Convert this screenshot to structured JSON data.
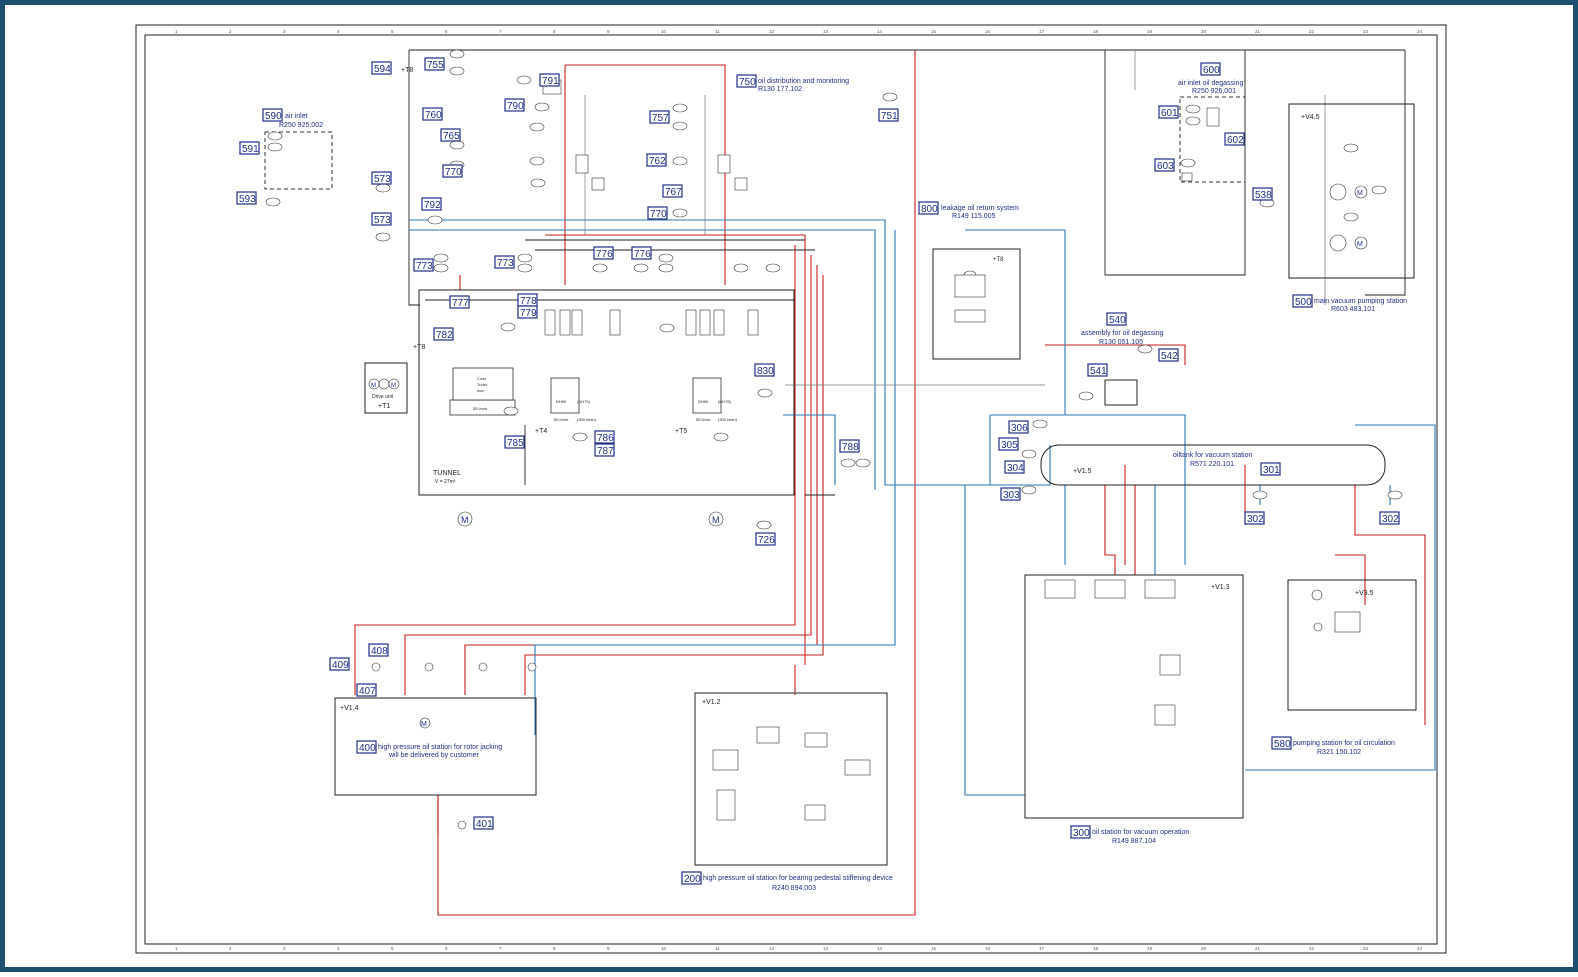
{
  "colors": {
    "frame": "#1d4f6e",
    "tag": "#1f2f8a",
    "line_red": "#c21d1d",
    "line_blue": "#2a78b8",
    "line_dark": "#222222",
    "line_grey": "#777777"
  },
  "tags": [
    {
      "id": "594"
    },
    {
      "id": "755"
    },
    {
      "id": "791"
    },
    {
      "id": "790"
    },
    {
      "id": "760"
    },
    {
      "id": "765"
    },
    {
      "id": "770"
    },
    {
      "id": "757"
    },
    {
      "id": "762"
    },
    {
      "id": "767"
    },
    {
      "id": "770"
    },
    {
      "id": "750"
    },
    {
      "id": "751"
    },
    {
      "id": "590"
    },
    {
      "id": "591"
    },
    {
      "id": "593"
    },
    {
      "id": "573"
    },
    {
      "id": "573"
    },
    {
      "id": "792"
    },
    {
      "id": "773"
    },
    {
      "id": "773"
    },
    {
      "id": "776"
    },
    {
      "id": "776"
    },
    {
      "id": "777"
    },
    {
      "id": "778"
    },
    {
      "id": "779"
    },
    {
      "id": "782"
    },
    {
      "id": "785"
    },
    {
      "id": "786"
    },
    {
      "id": "787"
    },
    {
      "id": "830"
    },
    {
      "id": "788"
    },
    {
      "id": "726"
    },
    {
      "id": "800"
    },
    {
      "id": "600"
    },
    {
      "id": "601"
    },
    {
      "id": "602"
    },
    {
      "id": "603"
    },
    {
      "id": "538"
    },
    {
      "id": "500"
    },
    {
      "id": "540"
    },
    {
      "id": "541"
    },
    {
      "id": "542"
    },
    {
      "id": "306"
    },
    {
      "id": "305"
    },
    {
      "id": "304"
    },
    {
      "id": "303"
    },
    {
      "id": "301"
    },
    {
      "id": "302"
    },
    {
      "id": "302"
    },
    {
      "id": "409"
    },
    {
      "id": "408"
    },
    {
      "id": "407"
    },
    {
      "id": "400"
    },
    {
      "id": "401"
    },
    {
      "id": "200"
    },
    {
      "id": "300"
    },
    {
      "id": "580"
    }
  ],
  "labels": {
    "l750": "oil distribution and monitoring",
    "r750": "R130 177.102",
    "l590": "air inlet",
    "r590": "R250 925.002",
    "l800": "leakage oil return system",
    "r800": "R149 115.005",
    "l600": "air inlet oil degassing",
    "r600": "R250 926.001",
    "l500": "main vacuum pumping station",
    "r500": "R603 483.101",
    "l540": "assembly for oil degassing",
    "r540": "R130 051.105",
    "l301": "oiltank for vacuum station",
    "r301": "R571 220.101",
    "l400a": "high pressure oil station for rotor jacking",
    "l400b": "will be delivered by customer",
    "l200": "high pressure oil station for bearing pedestal stiffening device",
    "r200": "R240 894.003",
    "l300": "oil station for vacuum operation",
    "r300": "R149 887.104",
    "l580": "pumping station for oil circulation",
    "r580": "R321 150.102"
  },
  "zones": {
    "t8_upper": "+T8",
    "t8_mid": "+T8",
    "t1": "+T1",
    "t4": "+T4",
    "t5": "+T5",
    "v45": "+V4.5",
    "v15": "+V1.5",
    "v13": "+V1.3",
    "v35": "+V3.5",
    "v14": "+V1.4",
    "v12": "+V1.2"
  },
  "texts": {
    "drive_unit": "Drive unit",
    "tunnel": "TUNNEL",
    "tunnel_vol": "V = 27m³",
    "turbo": "Turbo",
    "turbo_top": "Coax",
    "turbo_bot": "ison",
    "flow": "55 l/min.",
    "dh_a": "DH50",
    "dh_b": "(DH75)",
    "dh_c": "DH50",
    "dh_d": "(DH75)",
    "rpm_a": "50 l/min.",
    "rpm_b": "(300 l/min)",
    "rpm_c": "50 l/min.",
    "rpm_d": "(300 l/min)"
  },
  "motors": {
    "m": "M"
  },
  "grid_numbers": [
    "1",
    "2",
    "3",
    "4",
    "5",
    "6",
    "7",
    "8",
    "9",
    "10",
    "11",
    "12",
    "13",
    "14",
    "15",
    "16",
    "17",
    "18",
    "19",
    "20",
    "21",
    "22",
    "23",
    "24"
  ]
}
